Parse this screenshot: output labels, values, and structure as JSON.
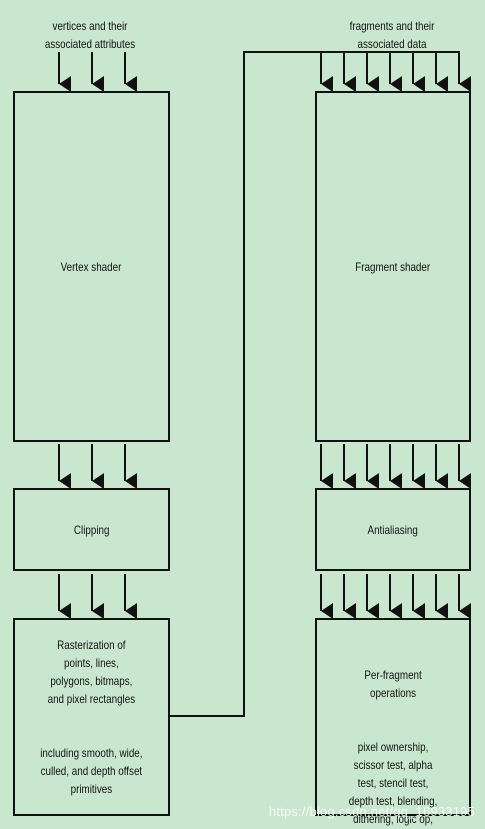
{
  "inputs": {
    "vertices_label": "vertices and their\nassociated attributes",
    "fragments_label": "fragments and their\nassociated data"
  },
  "boxes": {
    "vertex_shader": "Vertex shader",
    "clipping": "Clipping",
    "rasterization": {
      "line1": "Rasterization of\npoints, lines,\npolygons, bitmaps,\nand pixel rectangles",
      "line2": "including smooth, wide,\nculled, and depth offset\nprimitives"
    },
    "fragment_shader": "Fragment shader",
    "antialiasing": "Antialiasing",
    "per_fragment": {
      "line1": "Per-fragment\noperations",
      "line2": "pixel ownership,\nscissor test, alpha\ntest, stencil test,\ndepth test, blending,\ndithering, logic op,\nframebuffer writes"
    }
  },
  "watermark": "https://blog.csdn.net/qq_16933195",
  "colors": {
    "background": "#c9e7cf",
    "stroke": "#111111"
  }
}
